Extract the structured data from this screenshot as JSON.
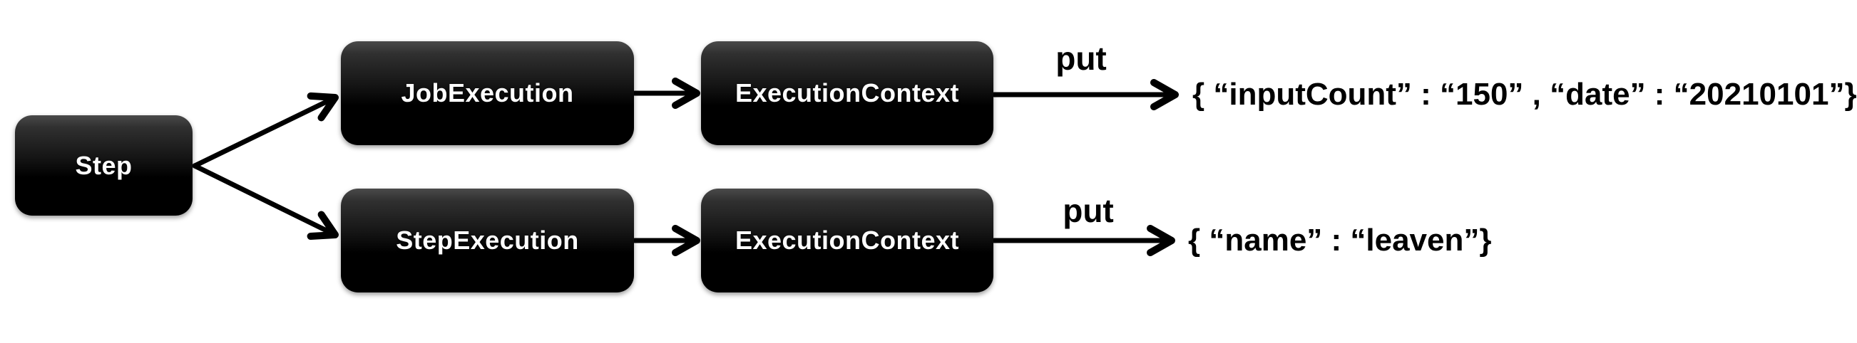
{
  "nodes": {
    "step": {
      "label": "Step"
    },
    "job_execution": {
      "label": "JobExecution"
    },
    "execution_context_top": {
      "label": "ExecutionContext"
    },
    "step_execution": {
      "label": "StepExecution"
    },
    "execution_context_bottom": {
      "label": "ExecutionContext"
    }
  },
  "edge_labels": {
    "put_top": "put",
    "put_bottom": "put"
  },
  "outputs": {
    "job_execution_context": "{ “inputCount” : “150” , “date” : “20210101”}",
    "step_execution_context": "{ “name” : “leaven”}"
  },
  "icons": {
    "arrowheads": "right-arrow-chevron"
  },
  "colors": {
    "background": "#ffffff",
    "node_fill_top": "#4a4a4a",
    "node_fill_bottom": "#000000",
    "node_text": "#ffffff",
    "arrow": "#000000",
    "label_text": "#000000"
  }
}
